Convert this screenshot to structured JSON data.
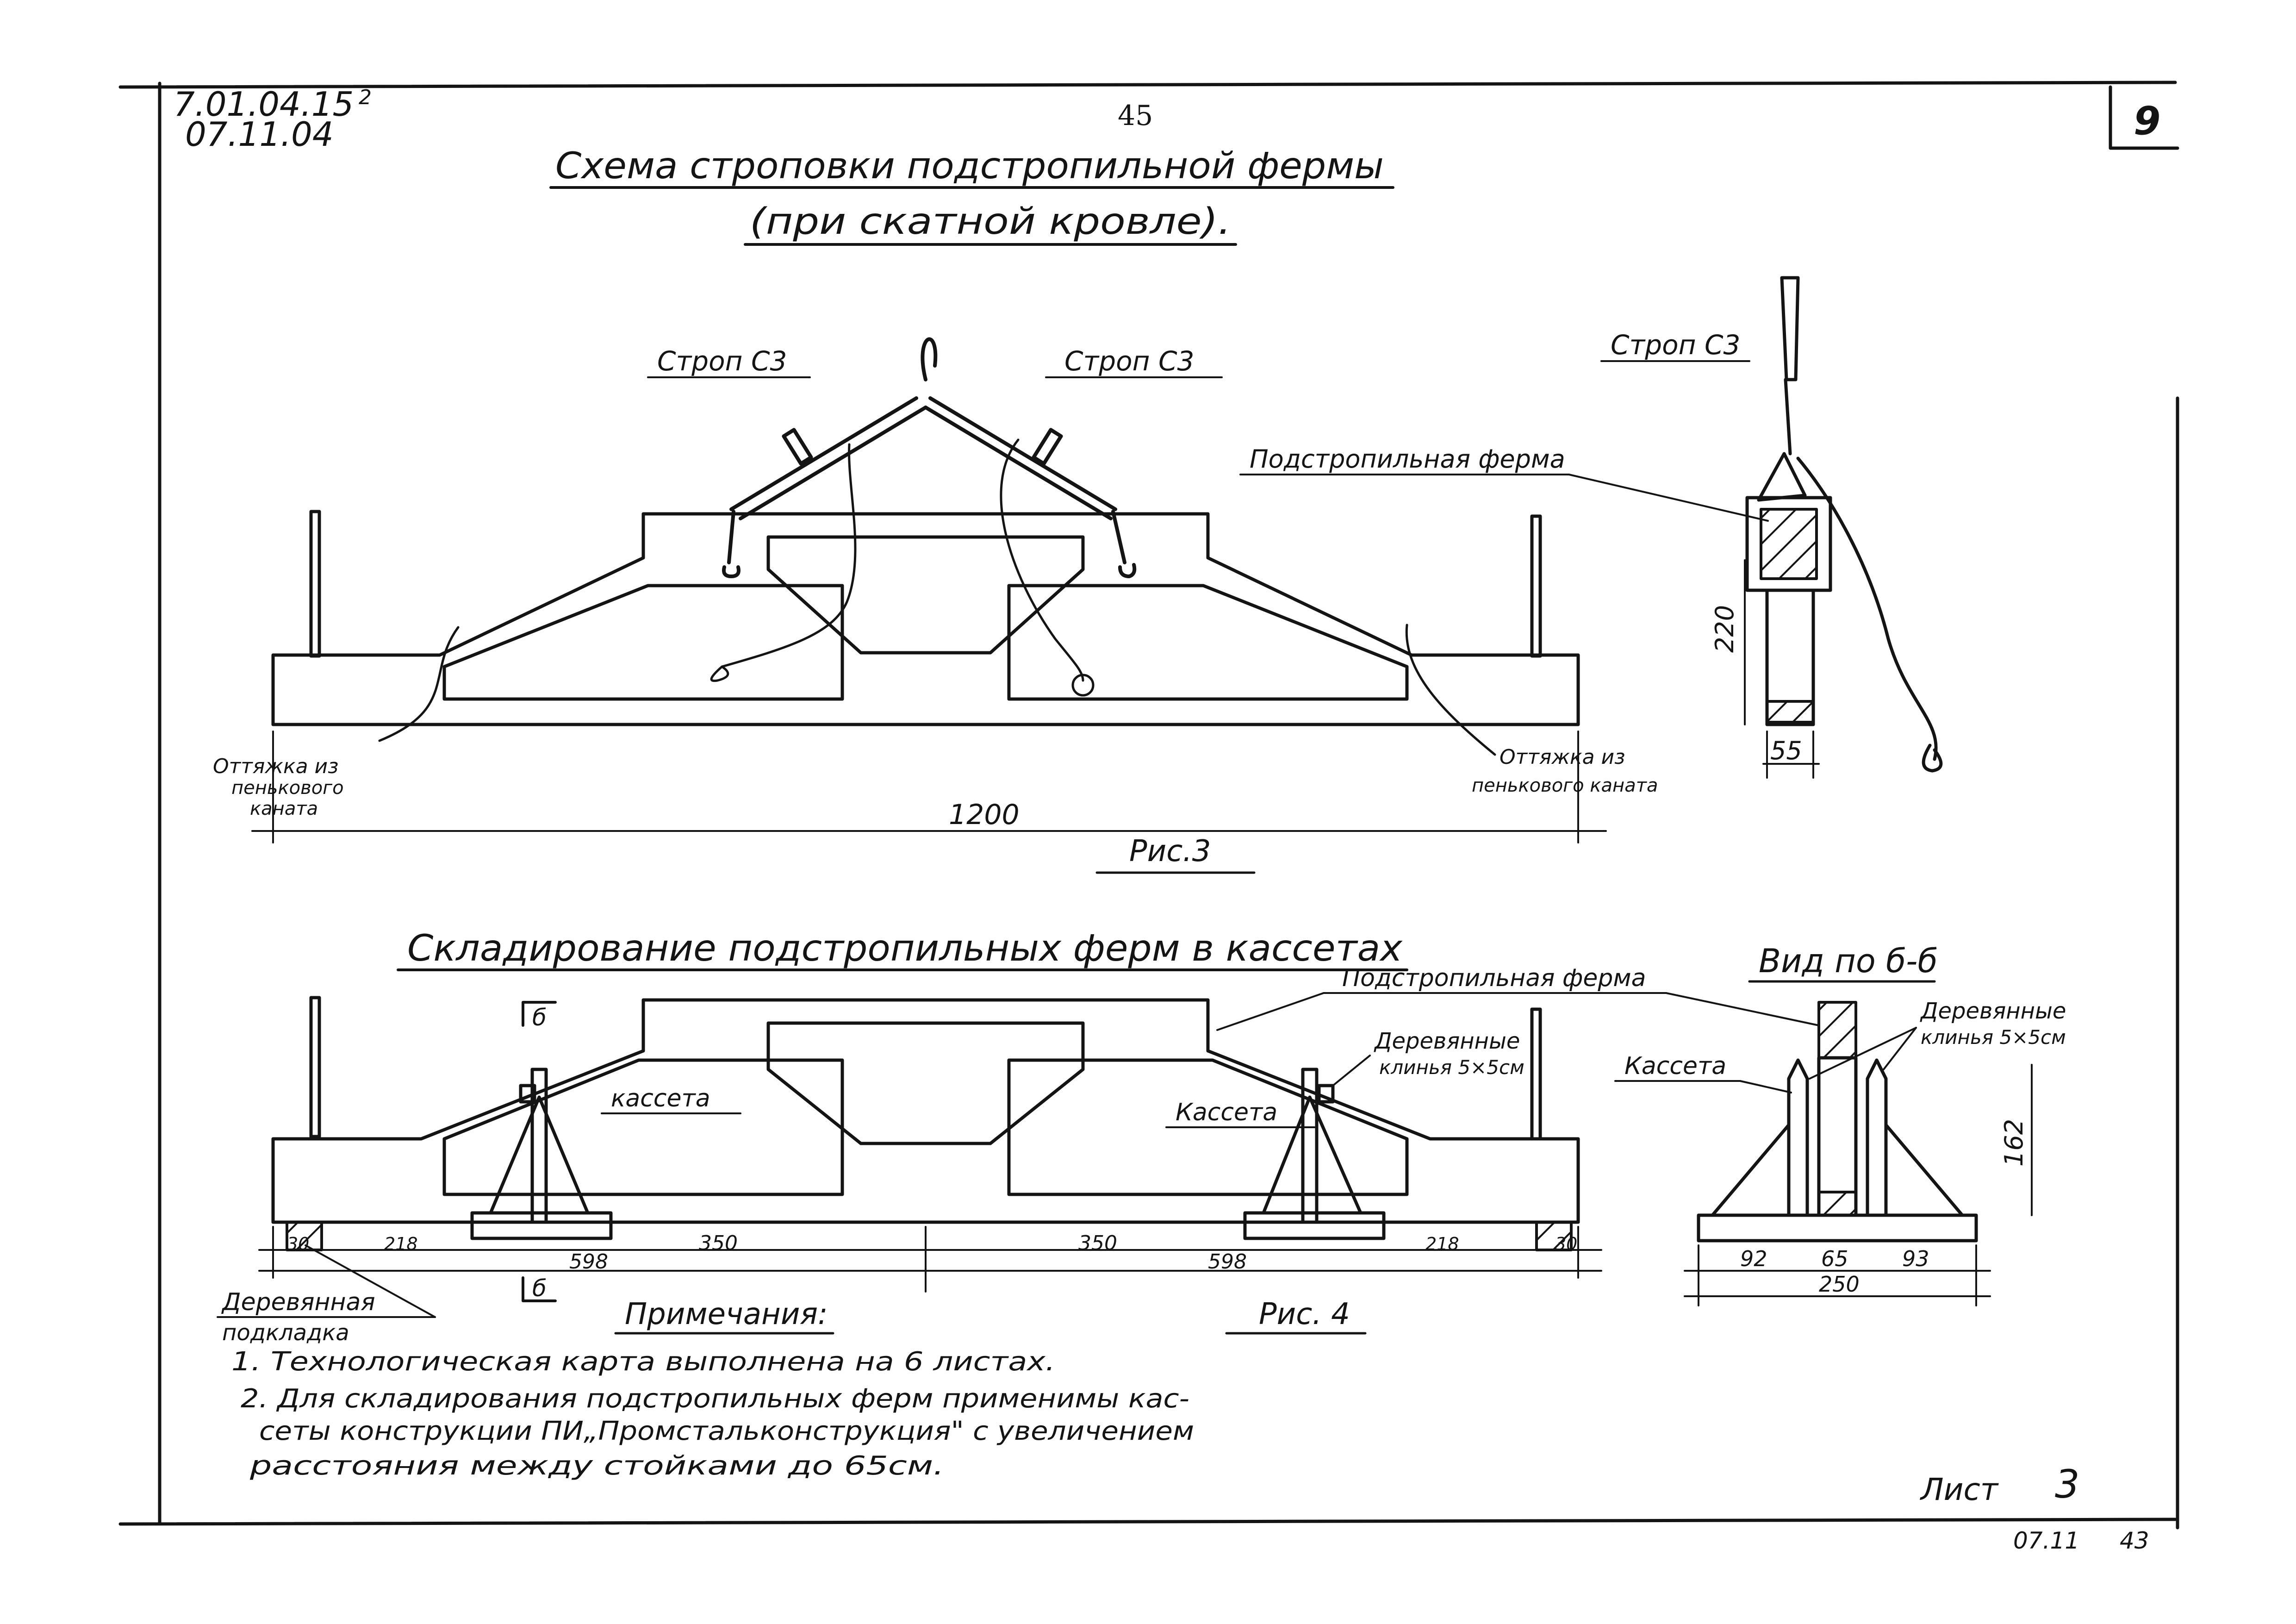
{
  "header": {
    "doc_code_line1": "7.01.04.15",
    "doc_code_line1_sup": "2",
    "doc_code_line2": "07.11.04",
    "page_number": "45",
    "sheet_box_number": "9"
  },
  "fig3": {
    "title_line1": "Схема строповки подстропильной фермы",
    "title_line2": "(при скатной кровле).",
    "label_sling_left": "Строп С3",
    "label_sling_right": "Строп С3",
    "label_sling_side": "Строп С3",
    "label_truss": "Подстропильная ферма",
    "label_guy_left": [
      "Оттяжка из",
      "пенькового",
      "каната"
    ],
    "label_guy_right": [
      "Оттяжка из",
      "пенькового каната"
    ],
    "dim_length": "1200",
    "dim_height_side": "220",
    "dim_width_side": "55",
    "caption": "Рис.3"
  },
  "fig4": {
    "title": "Складирование подстропильных ферм в кассетах",
    "label_truss": "Подстропильная ферма",
    "label_cassette_left": "кассета",
    "label_cassette_right": "Кассета",
    "label_wedges": [
      "Деревянные",
      "клинья 5×5см"
    ],
    "label_pad": [
      "Деревянная",
      "подкладка"
    ],
    "section_mark": "б",
    "dims_top": [
      "30",
      "218",
      "350",
      "350",
      "218",
      "30"
    ],
    "dims_bottom": [
      "598",
      "598"
    ],
    "caption": "Рис. 4"
  },
  "section_view": {
    "title": "Вид по б-б",
    "label_cassette": "Кассета",
    "label_wedges": [
      "Деревянные",
      "клинья 5×5см"
    ],
    "dim_height": "162",
    "dims_bottom": [
      "92",
      "65",
      "93"
    ],
    "dim_total": "250"
  },
  "notes": {
    "title": "Примечания:",
    "lines": [
      "1. Технологическая карта выполнена на 6 листах.",
      "2. Для складирования подстропильных ферм применимы кас-",
      "сеты конструкции ПИ„Промстальконструкция\" с увеличением",
      "расстояния между стойками до 65см."
    ]
  },
  "footer": {
    "sheet_label": "Лист",
    "sheet_number": "3",
    "bottom_code": "07.11",
    "bottom_page": "43"
  }
}
